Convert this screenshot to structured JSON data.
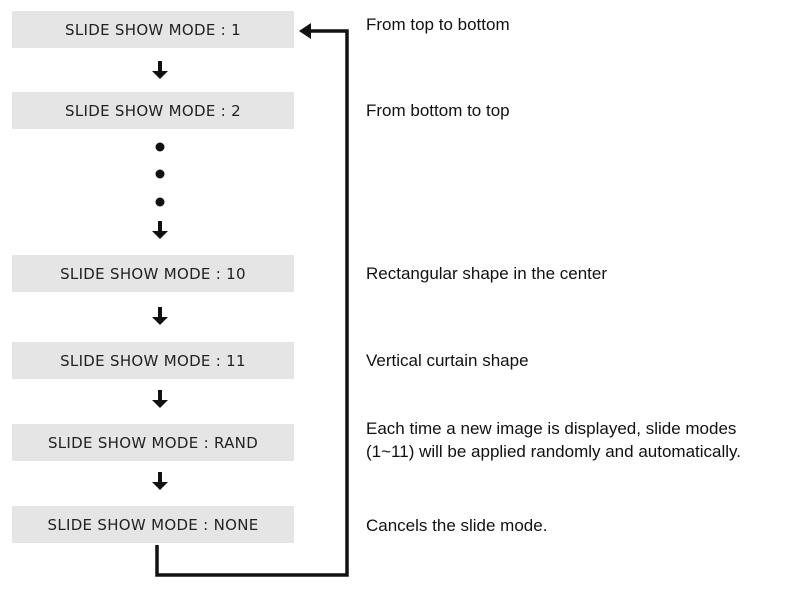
{
  "modes": [
    {
      "label": "SLIDE SHOW MODE : 1",
      "description": "From top to bottom"
    },
    {
      "label": "SLIDE SHOW MODE : 2",
      "description": "From bottom to top"
    },
    {
      "label": "SLIDE SHOW MODE : 10",
      "description": "Rectangular shape in the center"
    },
    {
      "label": "SLIDE SHOW MODE : 11",
      "description": "Vertical curtain shape"
    },
    {
      "label": "SLIDE SHOW MODE : RAND",
      "description": "Each time a new image is displayed, slide modes",
      "description_line2": "(1~11) will be applied randomly and automatically."
    },
    {
      "label": "SLIDE SHOW MODE : NONE",
      "description": "Cancels the slide mode."
    }
  ],
  "colors": {
    "box_fill": "#e5e5e5",
    "arrow": "#111111",
    "text": "#111111"
  }
}
